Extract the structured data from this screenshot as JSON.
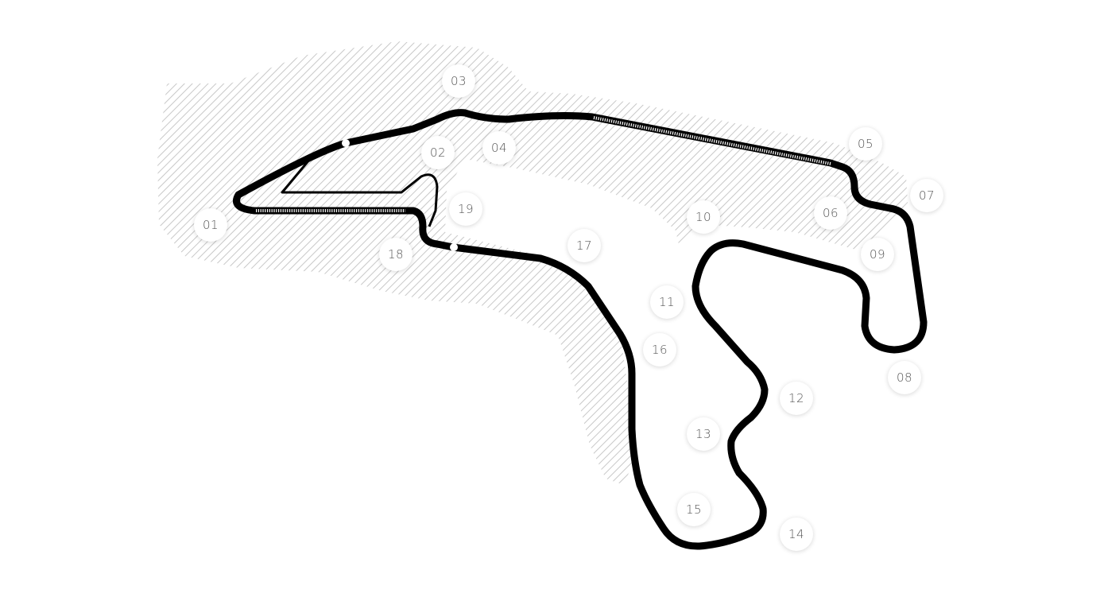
{
  "circuit": {
    "turns": [
      "01",
      "02",
      "03",
      "04",
      "05",
      "06",
      "07",
      "08",
      "09",
      "10",
      "11",
      "12",
      "13",
      "14",
      "15",
      "16",
      "17",
      "18",
      "19"
    ]
  },
  "colors": {
    "track": "#000000",
    "hatch": "#c8c8c8",
    "background": "#ffffff",
    "label_text": "#555555"
  }
}
